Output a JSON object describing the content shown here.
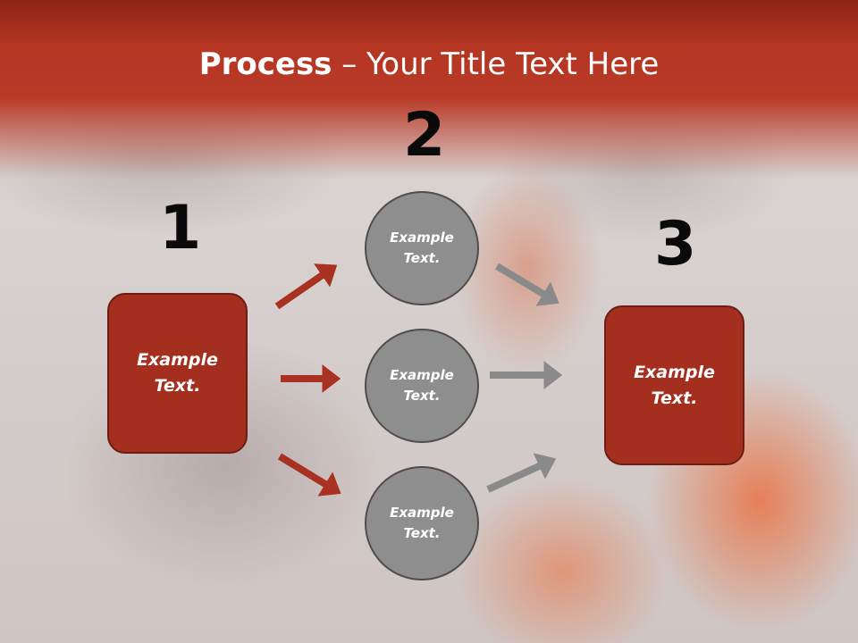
{
  "slide": {
    "title_bold": "Process",
    "title_rest": " – Your Title Text Here",
    "steps": {
      "one": "1",
      "two": "2",
      "three": "3"
    },
    "left_box": "Example\nText.",
    "right_box": "Example\nText.",
    "circles": [
      "Example\nText.",
      "Example\nText.",
      "Example\nText."
    ]
  },
  "colors": {
    "header": "#b33522",
    "box_fill": "#a42f1f",
    "circle_fill": "#8e8e8e",
    "red_arrow": "#a83121",
    "gray_arrow": "#8a8a8a"
  }
}
